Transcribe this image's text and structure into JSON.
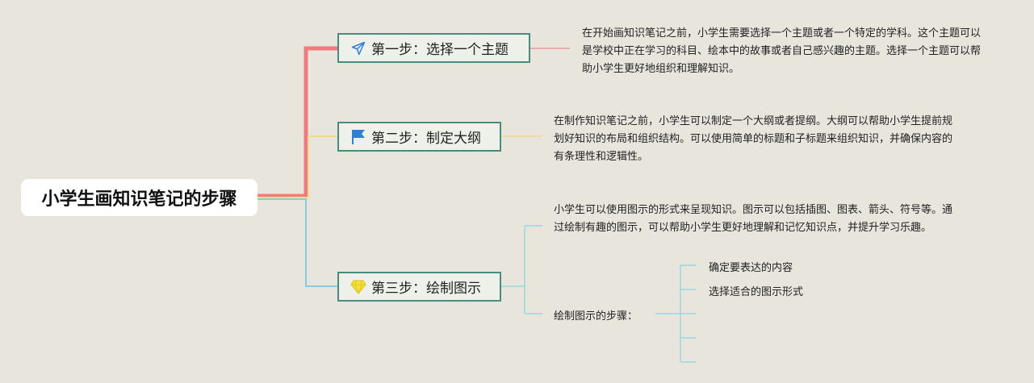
{
  "root": {
    "title": "小学生画知识笔记的步骤"
  },
  "steps": [
    {
      "label": "第一步：选择一个主题",
      "icon": "paper-plane-icon",
      "note": "在开始画知识笔记之前，小学生需要选择一个主题或者一个特定的学科。这个主题可以是学校中正在学习的科目、绘本中的故事或者自己感兴趣的主题。选择一个主题可以帮助小学生更好地组织和理解知识。"
    },
    {
      "label": "第二步：制定大纲",
      "icon": "flag-icon",
      "note": "在制作知识笔记之前，小学生可以制定一个大纲或者提纲。大纲可以帮助小学生提前规划好知识的布局和组织结构。可以使用简单的标题和子标题来组织知识，并确保内容的有条理性和逻辑性。"
    },
    {
      "label": "第三步：绘制图示",
      "icon": "gem-icon",
      "note": "小学生可以使用图示的形式来呈现知识。图示可以包括插图、图表、箭头、符号等。通过绘制有趣的图示，可以帮助小学生更好地理解和记忆知识点，并提升学习乐趣。",
      "sub_label": "绘制图示的步骤：",
      "sub_items": [
        "确定要表达的内容",
        "选择适合的图示形式"
      ]
    }
  ],
  "colors": {
    "background": "#e8e5dd",
    "branch_1": "#ee7b7f",
    "branch_2": "#f5d890",
    "branch_3": "#88cdd8",
    "box_border": "#4a8a80",
    "icon_blue": "#2f7fd8",
    "icon_yellow": "#f7e03a"
  }
}
